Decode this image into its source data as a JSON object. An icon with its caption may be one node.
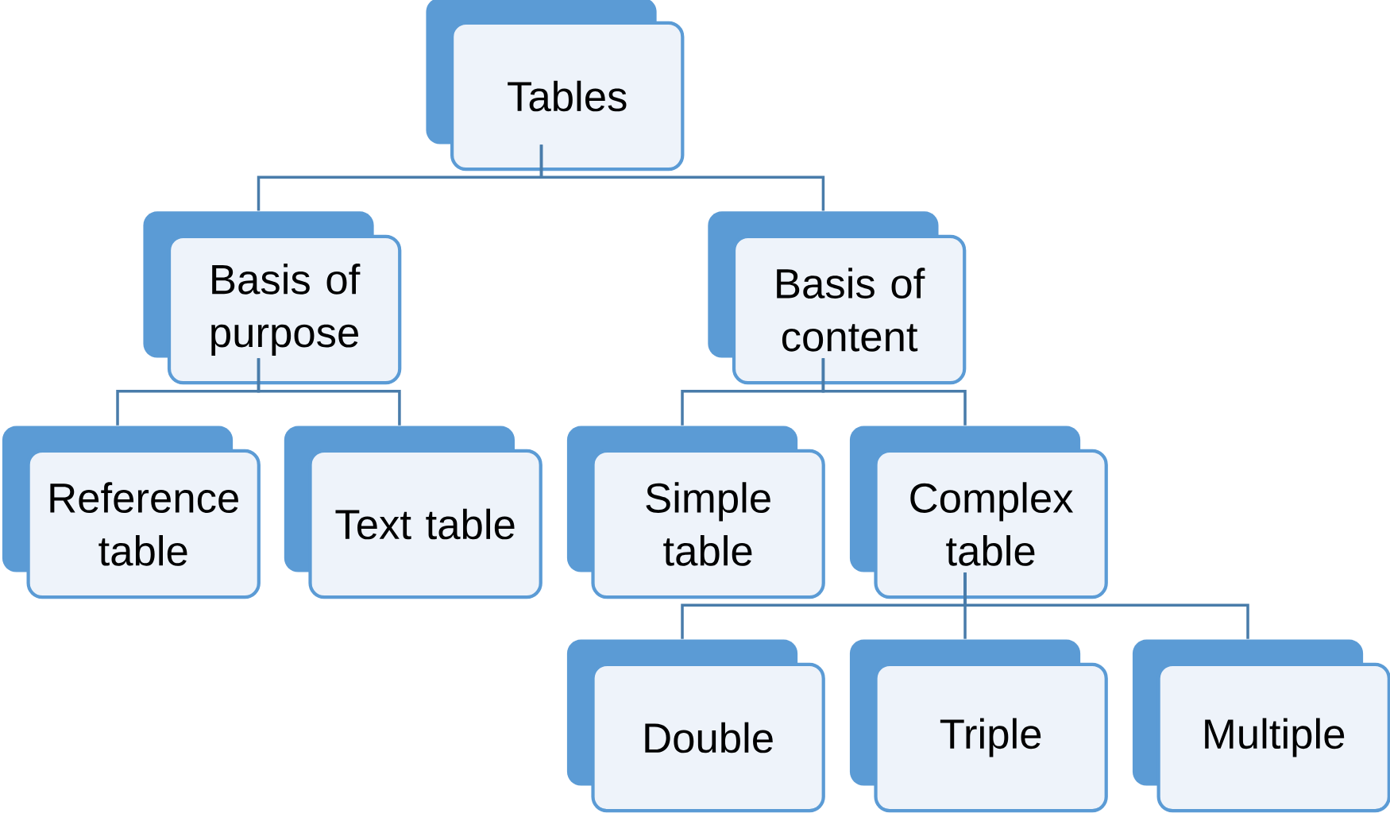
{
  "diagram": {
    "nodes": [
      {
        "text": [
          "Tables"
        ]
      },
      {
        "text": [
          "Basis of purpose"
        ]
      },
      {
        "text": [
          "Basis of content"
        ]
      },
      {
        "text": [
          "Reference table"
        ]
      },
      {
        "text": [
          "Text table"
        ]
      },
      {
        "text": [
          "Simple table"
        ]
      },
      {
        "text": [
          "Complex table"
        ]
      },
      {
        "text": [
          "Double"
        ]
      },
      {
        "text": [
          "Triple"
        ]
      },
      {
        "text": [
          "Multiple"
        ]
      }
    ],
    "edges": [
      {
        "from": 0,
        "to": 1,
        "arrow": "none"
      },
      {
        "from": 0,
        "to": 2,
        "arrow": "none"
      },
      {
        "from": 1,
        "to": 3,
        "arrow": "none"
      },
      {
        "from": 1,
        "to": 4,
        "arrow": "none"
      },
      {
        "from": 2,
        "to": 5,
        "arrow": "none"
      },
      {
        "from": 2,
        "to": 6,
        "arrow": "none"
      },
      {
        "from": 6,
        "to": 7,
        "arrow": "none"
      },
      {
        "from": 6,
        "to": 8,
        "arrow": "none"
      },
      {
        "from": 6,
        "to": 9,
        "arrow": "none"
      }
    ]
  }
}
